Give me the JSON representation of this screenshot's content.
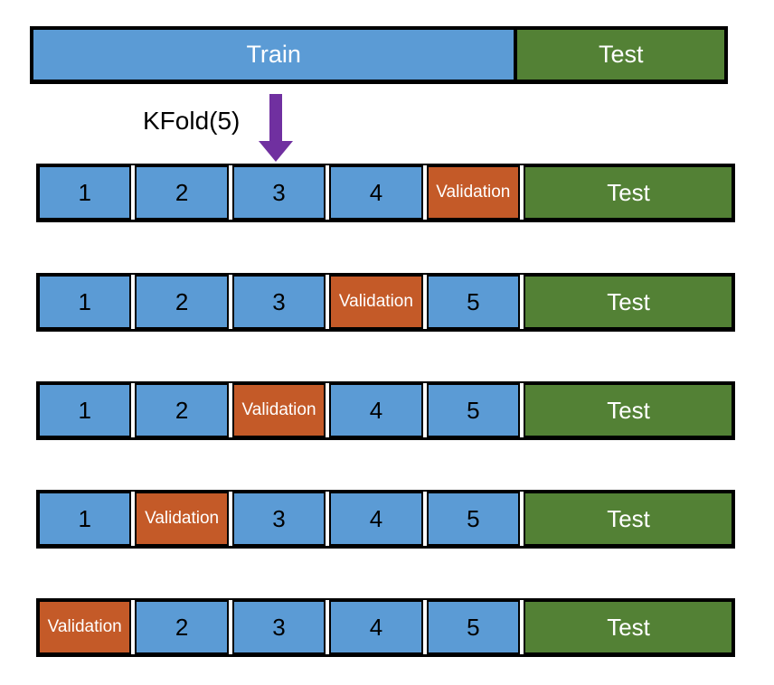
{
  "colors": {
    "train_blue": "#5B9BD5",
    "test_green": "#538135",
    "validation_orange": "#C45A28",
    "arrow_purple": "#7030A0",
    "border_black": "#000000"
  },
  "top_bar": {
    "train_label": "Train",
    "test_label": "Test"
  },
  "kfold_label": "KFold(5)",
  "rows": [
    {
      "cells": [
        "1",
        "2",
        "3",
        "4",
        "Validation"
      ],
      "test_label": "Test"
    },
    {
      "cells": [
        "1",
        "2",
        "3",
        "Validation",
        "5"
      ],
      "test_label": "Test"
    },
    {
      "cells": [
        "1",
        "2",
        "Validation",
        "4",
        "5"
      ],
      "test_label": "Test"
    },
    {
      "cells": [
        "1",
        "Validation",
        "3",
        "4",
        "5"
      ],
      "test_label": "Test"
    },
    {
      "cells": [
        "Validation",
        "2",
        "3",
        "4",
        "5"
      ],
      "test_label": "Test"
    }
  ]
}
